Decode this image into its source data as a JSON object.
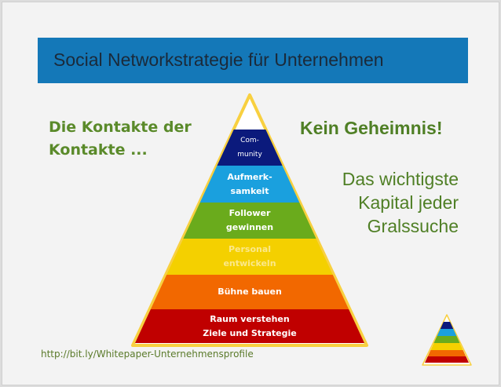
{
  "title": "Social Networkstrategie für Unternehmen",
  "left_text": [
    "Die Kontakte der",
    "Kontakte ..."
  ],
  "right_heading": "Kein Geheimnis!",
  "right_text": [
    "Das wichtigste",
    "Kapital jeder",
    "Gralssuche"
  ],
  "pyramid": [
    {
      "lines": [
        "Com-",
        "munity"
      ],
      "color": "#0b1a7c"
    },
    {
      "lines": [
        "Aufmerk-",
        "samkeit"
      ],
      "color": "#1aa0de"
    },
    {
      "lines": [
        "Follower",
        "gewinnen"
      ],
      "color": "#6aab1c"
    },
    {
      "lines": [
        "Personal",
        "entwickeln"
      ],
      "color": "#f4d000"
    },
    {
      "lines": [
        "Bühne bauen"
      ],
      "color": "#f26800"
    },
    {
      "lines": [
        "Raum verstehen",
        "Ziele und Strategie"
      ],
      "color": "#c00000"
    }
  ],
  "outline_color": "#f8d040",
  "url": "http://bit.ly/Whitepaper-Unternehmensprofile"
}
